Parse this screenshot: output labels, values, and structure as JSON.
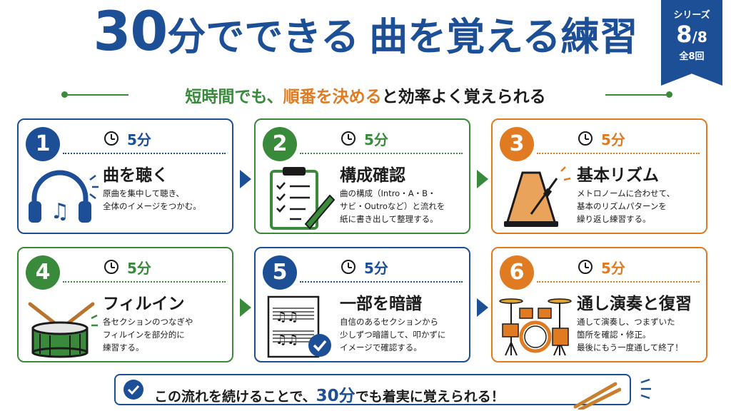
{
  "header": {
    "title_number": "30",
    "title_part1": "分でできる",
    "title_highlight": "曲を覚える練習",
    "subtitle_part1": "短時間でも、",
    "subtitle_highlight": "順番を決める",
    "subtitle_part2": "と効率よく覚えられる"
  },
  "series_badge": {
    "label": "シリーズ",
    "current": "8",
    "total_fraction": "/8",
    "total_text": "全8回"
  },
  "colors": {
    "blue": "#1d4f96",
    "green": "#3a8a3c",
    "orange": "#e07b22"
  },
  "steps": [
    {
      "number": "1",
      "duration": "5分",
      "title": "曲を聴く",
      "description": "原曲を集中して聴き、\n全体のイメージをつかむ。",
      "icon": "headphones-icon"
    },
    {
      "number": "2",
      "duration": "5分",
      "title": "構成確認",
      "description": "曲の構成（Intro・A・B・\nサビ・Outroなど）と流れを\n紙に書き出して整理する。",
      "icon": "clipboard-icon"
    },
    {
      "number": "3",
      "duration": "5分",
      "title": "基本リズム",
      "description": "メトロノームに合わせて、\n基本のリズムパターンを\n繰り返し練習する。",
      "icon": "metronome-icon"
    },
    {
      "number": "4",
      "duration": "5分",
      "title": "フィルイン",
      "description": "各セクションのつなぎや\nフィルインを部分的に\n練習する。",
      "icon": "snare-drum-icon"
    },
    {
      "number": "5",
      "duration": "5分",
      "title": "一部を暗譜",
      "description": "自信のあるセクションから\n少しずつ暗譜して、叩かずに\nイメージで確認する。",
      "icon": "sheet-music-icon"
    },
    {
      "number": "6",
      "duration": "5分",
      "title": "通し演奏と復習",
      "description": "通して演奏し、つまずいた\n箇所を確認・修正。\n最後にもう一度通して終了！",
      "icon": "drum-kit-icon"
    }
  ],
  "footer": {
    "text_part1": "この流れを続けることで、",
    "text_number": "30分",
    "text_part2": "でも着実に覚えられる！"
  }
}
